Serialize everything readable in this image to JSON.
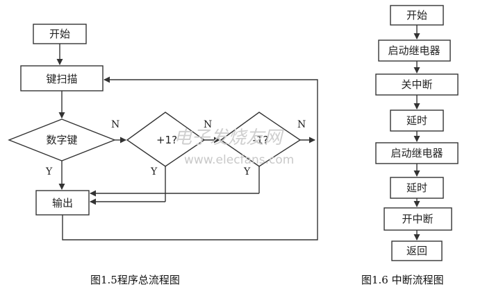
{
  "left_flowchart": {
    "start": "开始",
    "scan": "键扫描",
    "decision1": "数字键",
    "decision2": "+1?",
    "decision3": "-1?",
    "output": "输出",
    "yes": "Y",
    "no": "N",
    "caption": "图1.5程序总流程图"
  },
  "right_flowchart": {
    "start": "开始",
    "step1": "启动继电器",
    "step2": "关中断",
    "step3": "延时",
    "step4": "启动继电器",
    "step5": "延时",
    "step6": "开中断",
    "end": "返回",
    "caption": "图1.6 中断流程图"
  },
  "watermark": {
    "logo_text": "电子发烧友网",
    "url": "www.elecfans.com"
  }
}
